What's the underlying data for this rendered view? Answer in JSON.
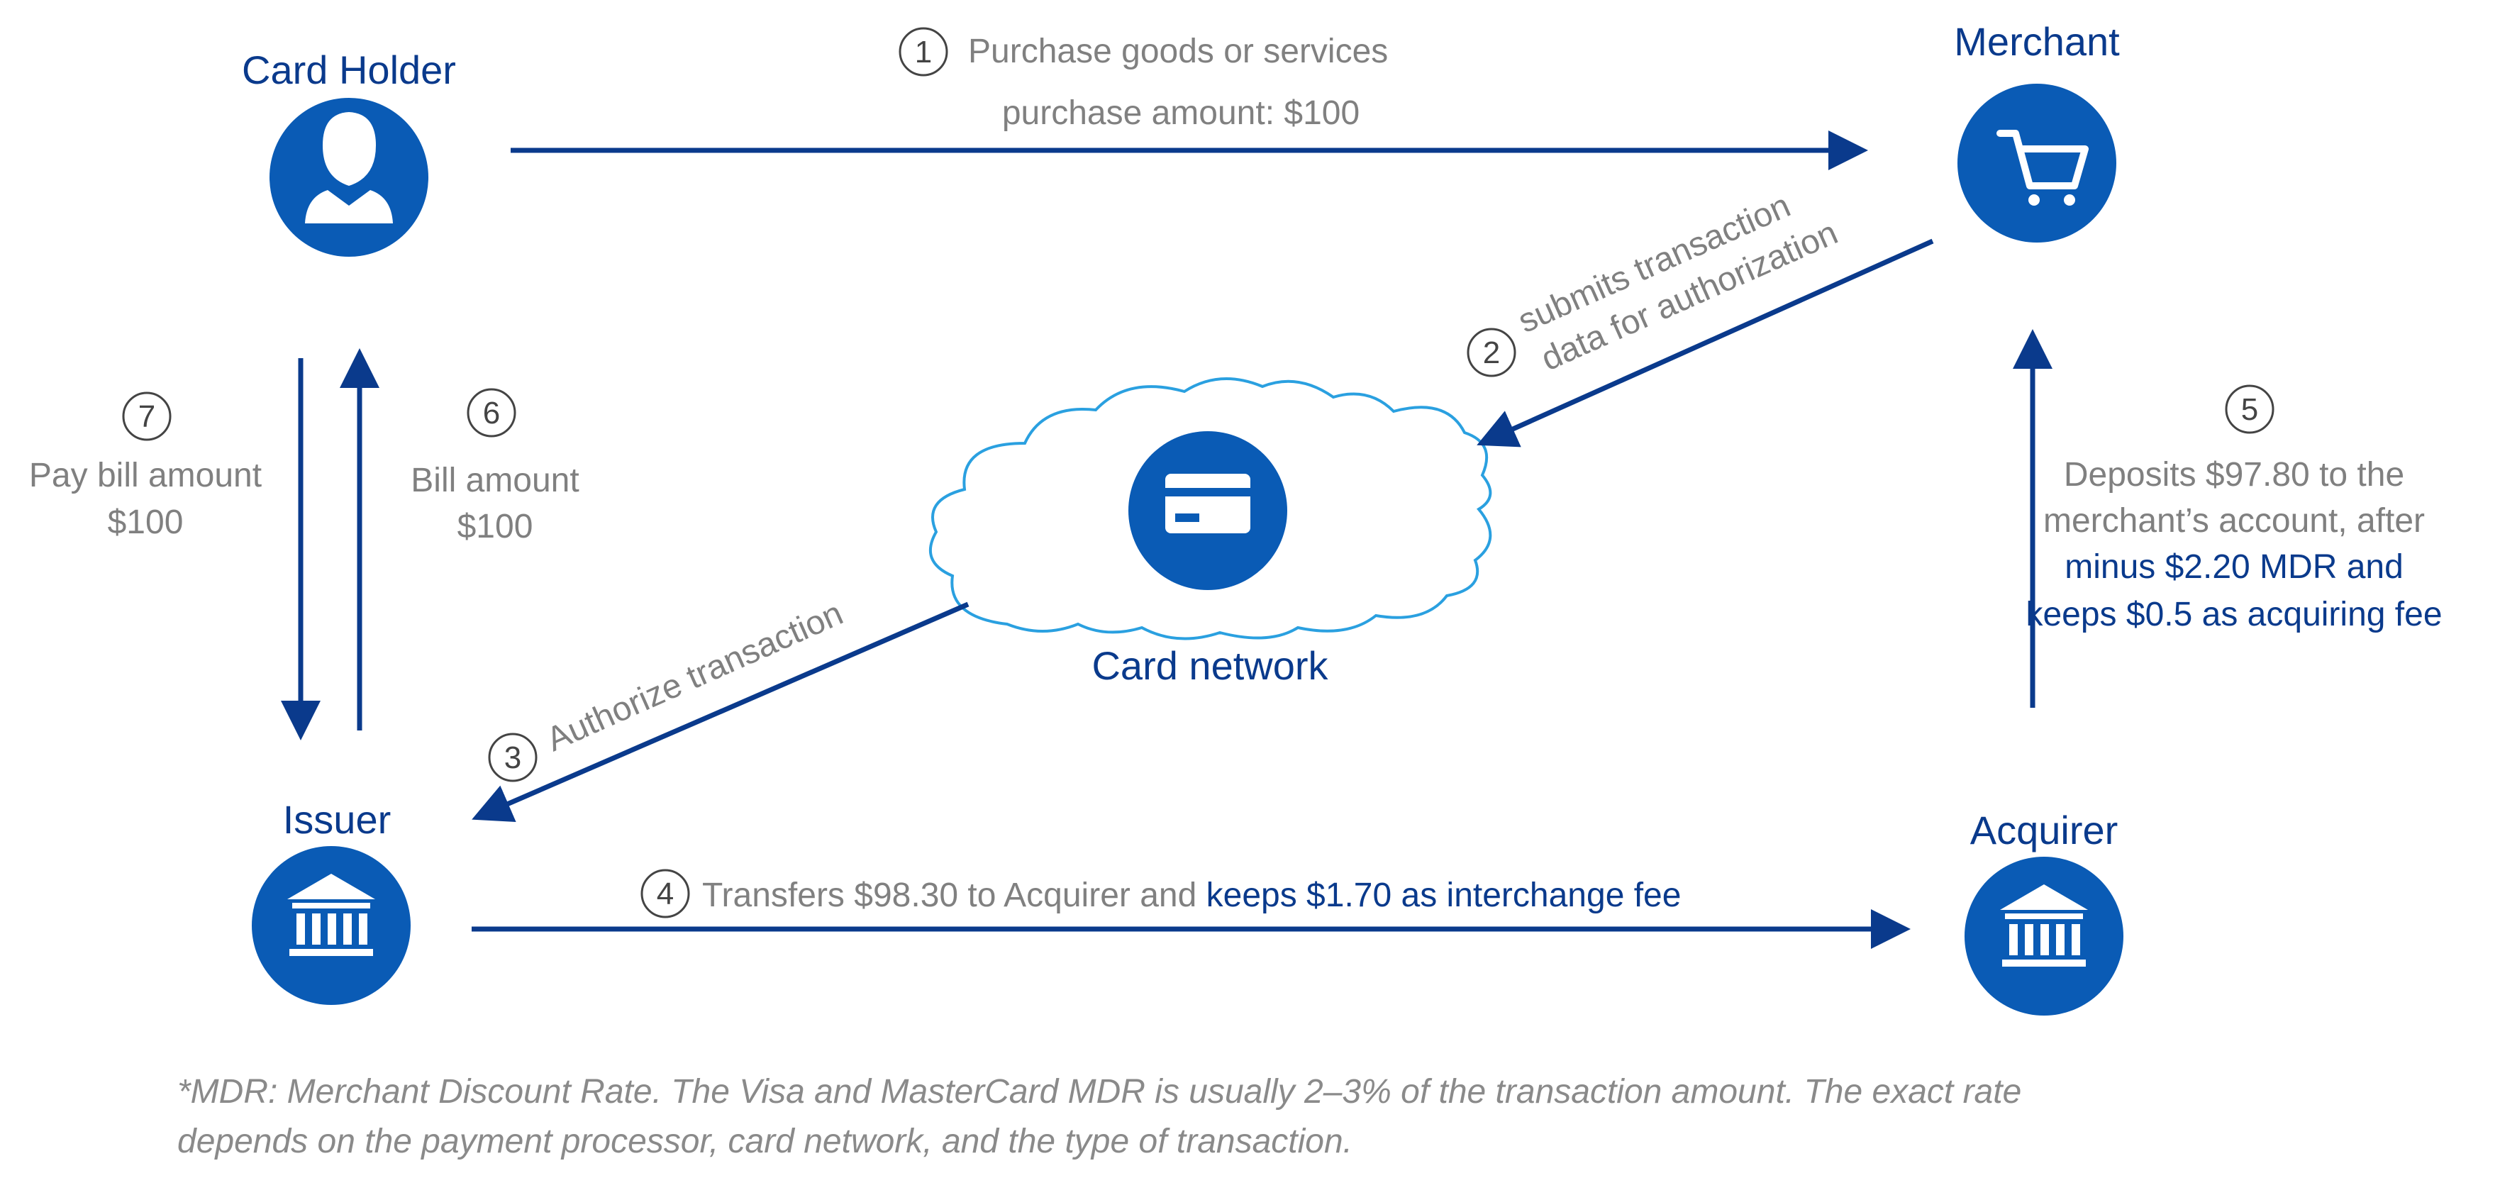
{
  "colors": {
    "primary": "#0a5bb5",
    "arrow": "#0a3a8c",
    "gray_text": "#808080",
    "cloud_stroke": "#2aa0e0"
  },
  "nodes": {
    "card_holder": {
      "label": "Card Holder",
      "icon": "person-icon"
    },
    "merchant": {
      "label": "Merchant",
      "icon": "shopping-cart-icon"
    },
    "card_network": {
      "label": "Card network",
      "icon": "credit-card-icon"
    },
    "issuer": {
      "label": "Issuer",
      "icon": "bank-icon"
    },
    "acquirer": {
      "label": "Acquirer",
      "icon": "bank-icon"
    }
  },
  "steps": {
    "s1": {
      "num": "1",
      "line1": "Purchase goods or services",
      "line2": "purchase amount: $100"
    },
    "s2": {
      "num": "2",
      "line1": "submits transaction",
      "line2": "data for authorization"
    },
    "s3": {
      "num": "3",
      "text": "Authorize transaction"
    },
    "s4": {
      "num": "4",
      "gray": "Transfers $98.30 to Acquirer and ",
      "blue": "keeps $1.70 as interchange fee"
    },
    "s5": {
      "num": "5",
      "line1": "Deposits $97.80 to the",
      "line2": "merchant’s account, after",
      "line3": "minus $2.20 MDR and",
      "line4": "keeps $0.5 as acquiring fee"
    },
    "s6": {
      "num": "6",
      "line1": "Bill amount",
      "line2": "$100"
    },
    "s7": {
      "num": "7",
      "line1": "Pay bill amount",
      "line2": "$100"
    }
  },
  "footnote": {
    "line1": "*MDR: Merchant Discount Rate. The Visa and MasterCard MDR is usually 2–3% of the transaction amount. The exact rate",
    "line2": "depends on the payment processor, card network, and the type of transaction."
  }
}
